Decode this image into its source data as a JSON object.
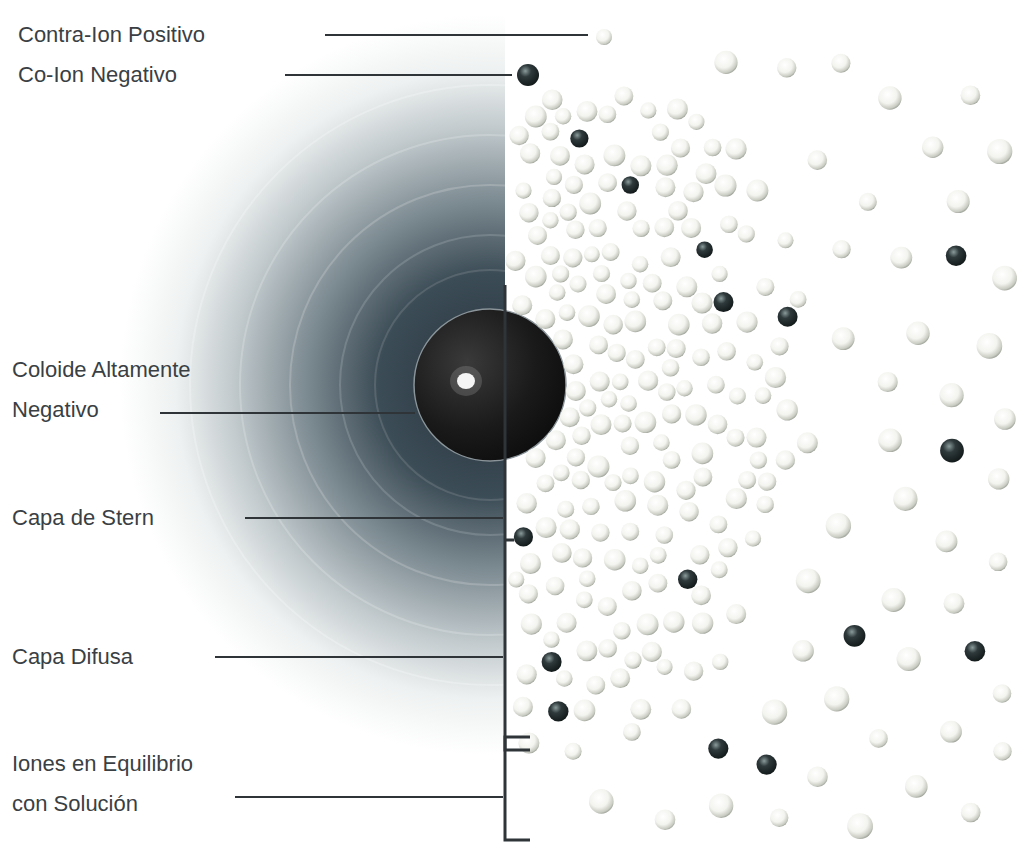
{
  "diagram": {
    "labels": [
      "Contra-Ion Positivo",
      "Co-Ion Negativo",
      "Coloide Altamente Negativo",
      "Capa de Stern",
      "Capa Difusa",
      "Iones en Equilibrio con Solución"
    ]
  }
}
